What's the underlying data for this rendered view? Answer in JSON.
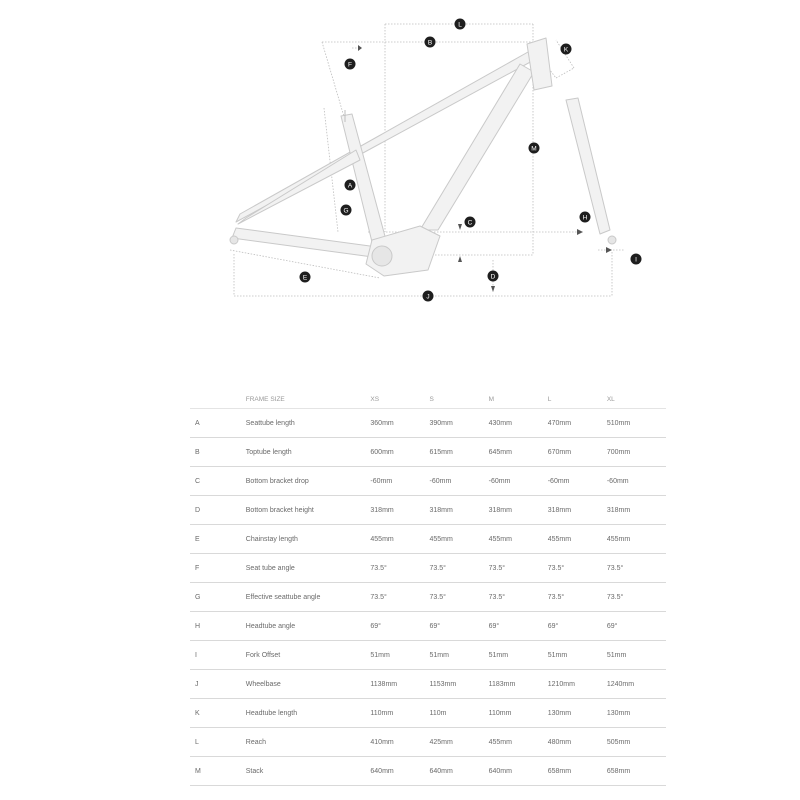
{
  "diagram": {
    "markers": [
      "A",
      "B",
      "C",
      "D",
      "E",
      "F",
      "G",
      "H",
      "I",
      "J",
      "K",
      "L",
      "M"
    ]
  },
  "table": {
    "header": [
      "",
      "FRAME SIZE",
      "XS",
      "S",
      "M",
      "L",
      "XL"
    ],
    "rows": [
      {
        "key": "A",
        "label": "Seattube length",
        "values": [
          "360mm",
          "390mm",
          "430mm",
          "470mm",
          "510mm"
        ]
      },
      {
        "key": "B",
        "label": "Toptube length",
        "values": [
          "600mm",
          "615mm",
          "645mm",
          "670mm",
          "700mm"
        ]
      },
      {
        "key": "C",
        "label": "Bottom bracket drop",
        "values": [
          "-60mm",
          "-60mm",
          "-60mm",
          "-60mm",
          "-60mm"
        ]
      },
      {
        "key": "D",
        "label": "Bottom bracket height",
        "values": [
          "318mm",
          "318mm",
          "318mm",
          "318mm",
          "318mm"
        ]
      },
      {
        "key": "E",
        "label": "Chainstay length",
        "values": [
          "455mm",
          "455mm",
          "455mm",
          "455mm",
          "455mm"
        ]
      },
      {
        "key": "F",
        "label": "Seat tube angle",
        "values": [
          "73.5°",
          "73.5°",
          "73.5°",
          "73.5°",
          "73.5°"
        ]
      },
      {
        "key": "G",
        "label": "Effective seattube angle",
        "values": [
          "73.5°",
          "73.5°",
          "73.5°",
          "73.5°",
          "73.5°"
        ]
      },
      {
        "key": "H",
        "label": "Headtube angle",
        "values": [
          "69°",
          "69°",
          "69°",
          "69°",
          "69°"
        ]
      },
      {
        "key": "I",
        "label": "Fork Offset",
        "values": [
          "51mm",
          "51mm",
          "51mm",
          "51mm",
          "51mm"
        ]
      },
      {
        "key": "J",
        "label": "Wheelbase",
        "values": [
          "1138mm",
          "1153mm",
          "1183mm",
          "1210mm",
          "1240mm"
        ]
      },
      {
        "key": "K",
        "label": "Headtube length",
        "values": [
          "110mm",
          "110m",
          "110mm",
          "130mm",
          "130mm"
        ]
      },
      {
        "key": "L",
        "label": "Reach",
        "values": [
          "410mm",
          "425mm",
          "455mm",
          "480mm",
          "505mm"
        ]
      },
      {
        "key": "M",
        "label": "Stack",
        "values": [
          "640mm",
          "640mm",
          "640mm",
          "658mm",
          "658mm"
        ]
      }
    ]
  }
}
